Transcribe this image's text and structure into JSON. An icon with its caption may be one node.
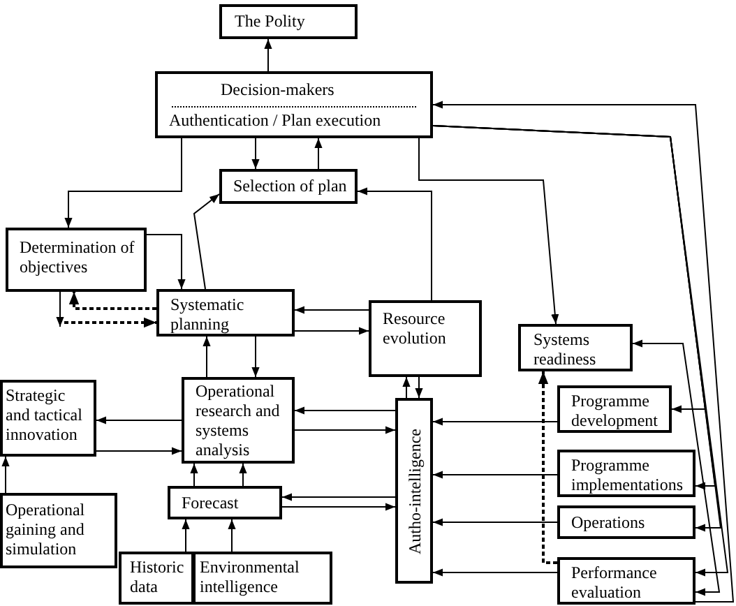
{
  "diagram": {
    "nodes": [
      {
        "text": [
          "The Polity"
        ]
      },
      {
        "text": [
          "Decision-makers",
          "Authentication / Plan execution"
        ]
      },
      {
        "text": [
          "Selection of plan"
        ]
      },
      {
        "text": [
          "Determination of objectives"
        ]
      },
      {
        "text": [
          "Systematic planning"
        ]
      },
      {
        "text": [
          "Resource evolution"
        ]
      },
      {
        "text": [
          "Systems readiness"
        ]
      },
      {
        "text": [
          "Strategic and tactical innovation"
        ]
      },
      {
        "text": [
          "Operational research and systems analysis"
        ]
      },
      {
        "text": [
          "Programme development"
        ]
      },
      {
        "text": [
          "Autho-intelligence"
        ]
      },
      {
        "text": [
          "Programme implementations"
        ]
      },
      {
        "text": [
          "Forecast"
        ]
      },
      {
        "text": [
          "Operations"
        ]
      },
      {
        "text": [
          "Operational gaining and simulation"
        ]
      },
      {
        "text": [
          "Historic data"
        ]
      },
      {
        "text": [
          "Environmental intelligence"
        ]
      },
      {
        "text": [
          "Performance evaluation"
        ]
      }
    ],
    "edges": [
      {
        "from": 1,
        "to": 0,
        "arrow": "to"
      },
      {
        "from": 1,
        "to": 2,
        "arrow": "to"
      },
      {
        "from": 2,
        "to": 1,
        "arrow": "to"
      },
      {
        "from": 1,
        "to": 3,
        "arrow": "to"
      },
      {
        "from": 3,
        "to": 4,
        "arrow": "to"
      },
      {
        "from": 3,
        "to": null,
        "arrow": "to"
      },
      {
        "from": 4,
        "to": 3,
        "arrow": "to",
        "style": "dashed"
      },
      {
        "from": null,
        "to": 4,
        "arrow": "to",
        "style": "dashed"
      },
      {
        "from": 4,
        "to": 2,
        "arrow": "to"
      },
      {
        "from": 5,
        "to": 4,
        "arrow": "to"
      },
      {
        "from": 4,
        "to": 5,
        "arrow": "to"
      },
      {
        "from": 5,
        "to": 2,
        "arrow": "to"
      },
      {
        "from": 1,
        "to": 6,
        "arrow": "to"
      },
      {
        "from": 4,
        "to": 8,
        "arrow": "to"
      },
      {
        "from": 8,
        "to": 4,
        "arrow": "to"
      },
      {
        "from": 8,
        "to": 7,
        "arrow": "to"
      },
      {
        "from": 7,
        "to": 8,
        "arrow": "to"
      },
      {
        "from": 14,
        "to": 7,
        "arrow": "to"
      },
      {
        "from": 12,
        "to": 8,
        "arrow": "to"
      },
      {
        "from": 12,
        "to": 8,
        "arrow": "to"
      },
      {
        "from": 15,
        "to": 12,
        "arrow": "to"
      },
      {
        "from": 16,
        "to": 12,
        "arrow": "to"
      },
      {
        "from": 10,
        "to": 8,
        "arrow": "to"
      },
      {
        "from": 8,
        "to": 10,
        "arrow": "to"
      },
      {
        "from": 10,
        "to": 12,
        "arrow": "to"
      },
      {
        "from": 12,
        "to": 10,
        "arrow": "to"
      },
      {
        "from": 10,
        "to": 5,
        "arrow": "to"
      },
      {
        "from": 5,
        "to": 10,
        "arrow": "to"
      },
      {
        "from": 9,
        "to": 10,
        "arrow": "to"
      },
      {
        "from": 11,
        "to": 10,
        "arrow": "to"
      },
      {
        "from": 13,
        "to": 10,
        "arrow": "to"
      },
      {
        "from": 17,
        "to": 10,
        "arrow": "to"
      },
      {
        "from": 17,
        "to": 6,
        "arrow": "to",
        "style": "dashed"
      },
      {
        "from": 1,
        "to": 9,
        "arrow": "to"
      },
      {
        "from": 1,
        "to": 11,
        "arrow": "to"
      },
      {
        "from": 1,
        "to": 13,
        "arrow": "to"
      },
      {
        "from": 1,
        "to": 17,
        "arrow": "to"
      },
      {
        "from": 17,
        "to": 1,
        "arrow": "to"
      },
      {
        "from": 17,
        "to": 6,
        "arrow": "both"
      }
    ]
  }
}
